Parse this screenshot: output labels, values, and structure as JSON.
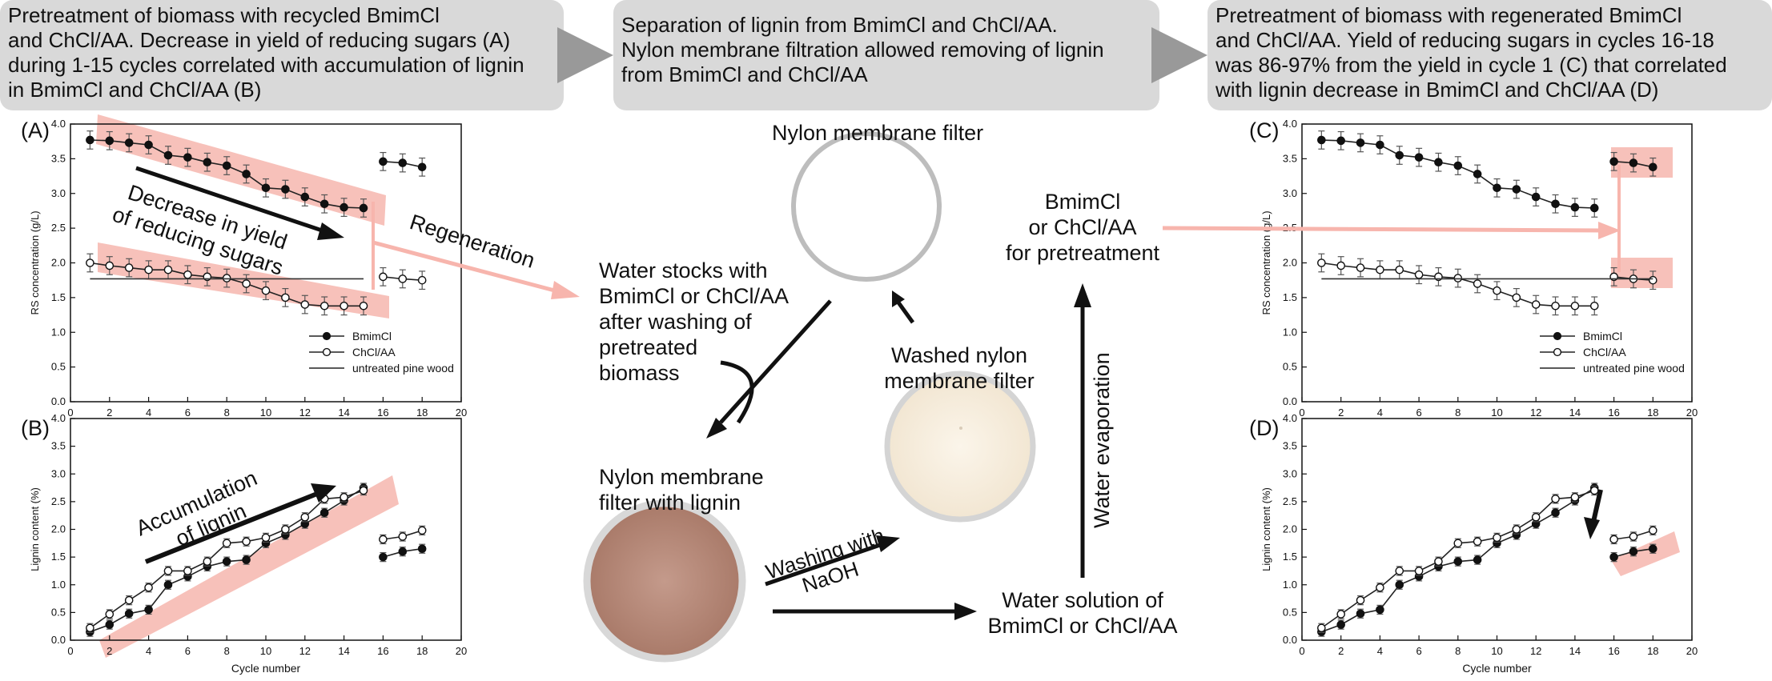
{
  "boxes": {
    "left": [
      "Pretreatment of biomass with recycled BmimCl",
      "and ChCl/AA. Decrease in yield of reducing sugars (A)",
      "during 1-15 cycles correlated with accumulation of lignin",
      "in BmimCl and ChCl/AA (B)"
    ],
    "middle": [
      "Separation of lignin from BmimCl and ChCl/AA.",
      "Nylon membrane filtration allowed removing of lignin",
      "from BmimCl and ChCl/AA"
    ],
    "right": [
      "Pretreatment of biomass with regenerated BmimCl",
      "and ChCl/AA. Yield of reducing sugars in cycles 16-18",
      "was 86-97% from the yield in cycle 1 (C) that correlated",
      "with lignin decrease in BmimCl and ChCl/AA (D)"
    ]
  },
  "panel_labels": {
    "A": "(A)",
    "B": "(B)",
    "C": "(C)",
    "D": "(D)"
  },
  "annotations": {
    "decrease": [
      "Decrease in yield",
      "of reducing sugars"
    ],
    "accumulation": [
      "Accumulation",
      "of lignin"
    ],
    "regeneration": "Regeneration"
  },
  "process": {
    "nylon_filter": "Nylon membrane filter",
    "water_stocks": [
      "Water stocks with",
      "BmimCl or ChCl/AA",
      "after washing of",
      "pretreated",
      "biomass"
    ],
    "washed_filter": [
      "Washed nylon",
      "membrane filter"
    ],
    "filter_lignin": [
      "Nylon membrane",
      "filter with lignin"
    ],
    "washing_naoh": [
      "Washing with",
      "NaOH"
    ],
    "water_solution": [
      "Water solution of",
      "BmimCl or ChCl/AA"
    ],
    "water_evaporation": "Water evaporation",
    "bmimcl_pretreat": [
      "BmimCl",
      "or ChCl/AA",
      "for pretreatment"
    ]
  },
  "colors": {
    "box_bg": "#d9d9d9",
    "highlight": "#f4a9a0",
    "arrow_gray": "#999999",
    "arrow_pink": "#f7b5ad",
    "filter_brown": "#b98c7b",
    "filter_cream": "#f8f0e2"
  },
  "chart_data": [
    {
      "id": "A",
      "type": "line",
      "xlabel": "",
      "ylabel": "RS concentration (g/L)",
      "xlim": [
        0,
        20
      ],
      "ylim": [
        0.0,
        4.0
      ],
      "xticks": [
        "0",
        "2",
        "4",
        "6",
        "8",
        "10",
        "12",
        "14",
        "16",
        "18",
        "20"
      ],
      "yticks": [
        "0.0",
        "0.5",
        "1.0",
        "1.5",
        "2.0",
        "2.5",
        "3.0",
        "3.5",
        "4.0"
      ],
      "legend": [
        "BmimCl",
        "ChCl/AA",
        "untreated pine wood"
      ],
      "series": [
        {
          "name": "BmimCl",
          "marker": "filled",
          "x": [
            1,
            2,
            3,
            4,
            5,
            6,
            7,
            8,
            9,
            10,
            11,
            12,
            13,
            14,
            15
          ],
          "y": [
            3.77,
            3.76,
            3.73,
            3.7,
            3.55,
            3.52,
            3.45,
            3.4,
            3.28,
            3.08,
            3.06,
            2.95,
            2.85,
            2.8,
            2.79
          ]
        },
        {
          "name": "BmimCl",
          "marker": "filled",
          "x": [
            16,
            17,
            18
          ],
          "y": [
            3.46,
            3.44,
            3.38
          ]
        },
        {
          "name": "ChCl/AA",
          "marker": "open",
          "x": [
            1,
            2,
            3,
            4,
            5,
            6,
            7,
            8,
            9,
            10,
            11,
            12,
            13,
            14,
            15
          ],
          "y": [
            2.0,
            1.96,
            1.93,
            1.9,
            1.9,
            1.83,
            1.8,
            1.78,
            1.7,
            1.6,
            1.5,
            1.4,
            1.38,
            1.38,
            1.38
          ]
        },
        {
          "name": "ChCl/AA",
          "marker": "open",
          "x": [
            16,
            17,
            18
          ],
          "y": [
            1.8,
            1.77,
            1.75
          ]
        },
        {
          "name": "untreated pine wood",
          "marker": "none",
          "x": [
            1,
            15
          ],
          "y": [
            1.77,
            1.77
          ]
        }
      ]
    },
    {
      "id": "B",
      "type": "line",
      "xlabel": "Cycle number",
      "ylabel": "Lignin content (%)",
      "xlim": [
        0,
        20
      ],
      "ylim": [
        0.0,
        4.0
      ],
      "xticks": [
        "0",
        "2",
        "4",
        "6",
        "8",
        "10",
        "12",
        "14",
        "16",
        "18",
        "20"
      ],
      "yticks": [
        "0.0",
        "0.5",
        "1.0",
        "1.5",
        "2.0",
        "2.5",
        "3.0",
        "3.5",
        "4.0"
      ],
      "series": [
        {
          "name": "BmimCl",
          "marker": "filled",
          "x": [
            1,
            2,
            3,
            4,
            5,
            6,
            7,
            8,
            9,
            10,
            11,
            12,
            13,
            14,
            15
          ],
          "y": [
            0.15,
            0.28,
            0.48,
            0.55,
            1.0,
            1.15,
            1.33,
            1.42,
            1.45,
            1.75,
            1.9,
            2.1,
            2.3,
            2.52,
            2.75
          ]
        },
        {
          "name": "BmimCl",
          "marker": "filled",
          "x": [
            16,
            17,
            18
          ],
          "y": [
            1.5,
            1.6,
            1.65
          ]
        },
        {
          "name": "ChCl/AA",
          "marker": "open",
          "x": [
            1,
            2,
            3,
            4,
            5,
            6,
            7,
            8,
            9,
            10,
            11,
            12,
            13,
            14,
            15
          ],
          "y": [
            0.22,
            0.47,
            0.72,
            0.95,
            1.25,
            1.25,
            1.42,
            1.75,
            1.78,
            1.85,
            2.0,
            2.22,
            2.55,
            2.58,
            2.7
          ]
        },
        {
          "name": "ChCl/AA",
          "marker": "open",
          "x": [
            16,
            17,
            18
          ],
          "y": [
            1.82,
            1.87,
            1.98
          ]
        }
      ]
    },
    {
      "id": "C",
      "type": "line",
      "xlabel": "",
      "ylabel": "RS concentration (g/L)",
      "xlim": [
        0,
        20
      ],
      "ylim": [
        0.0,
        4.0
      ],
      "xticks": [
        "0",
        "2",
        "4",
        "6",
        "8",
        "10",
        "12",
        "14",
        "16",
        "18",
        "20"
      ],
      "yticks": [
        "0.0",
        "0.5",
        "1.0",
        "1.5",
        "2.0",
        "2.5",
        "3.0",
        "3.5",
        "4.0"
      ],
      "legend": [
        "BmimCl",
        "ChCl/AA",
        "untreated pine wood"
      ],
      "series": [
        {
          "name": "BmimCl",
          "marker": "filled",
          "x": [
            1,
            2,
            3,
            4,
            5,
            6,
            7,
            8,
            9,
            10,
            11,
            12,
            13,
            14,
            15
          ],
          "y": [
            3.77,
            3.76,
            3.73,
            3.7,
            3.55,
            3.52,
            3.45,
            3.4,
            3.28,
            3.08,
            3.06,
            2.95,
            2.85,
            2.8,
            2.79
          ]
        },
        {
          "name": "BmimCl",
          "marker": "filled",
          "x": [
            16,
            17,
            18
          ],
          "y": [
            3.46,
            3.44,
            3.38
          ]
        },
        {
          "name": "ChCl/AA",
          "marker": "open",
          "x": [
            1,
            2,
            3,
            4,
            5,
            6,
            7,
            8,
            9,
            10,
            11,
            12,
            13,
            14,
            15
          ],
          "y": [
            2.0,
            1.96,
            1.93,
            1.9,
            1.9,
            1.83,
            1.8,
            1.78,
            1.7,
            1.6,
            1.5,
            1.4,
            1.38,
            1.38,
            1.38
          ]
        },
        {
          "name": "ChCl/AA",
          "marker": "open",
          "x": [
            16,
            17,
            18
          ],
          "y": [
            1.8,
            1.77,
            1.75
          ]
        },
        {
          "name": "untreated pine wood",
          "marker": "none",
          "x": [
            1,
            18
          ],
          "y": [
            1.77,
            1.77
          ]
        }
      ]
    },
    {
      "id": "D",
      "type": "line",
      "xlabel": "Cycle number",
      "ylabel": "Lignin content (%)",
      "xlim": [
        0,
        20
      ],
      "ylim": [
        0.0,
        4.0
      ],
      "xticks": [
        "0",
        "2",
        "4",
        "6",
        "8",
        "10",
        "12",
        "14",
        "16",
        "18",
        "20"
      ],
      "yticks": [
        "0.0",
        "0.5",
        "1.0",
        "1.5",
        "2.0",
        "2.5",
        "3.0",
        "3.5",
        "4.0"
      ],
      "series": [
        {
          "name": "BmimCl",
          "marker": "filled",
          "x": [
            1,
            2,
            3,
            4,
            5,
            6,
            7,
            8,
            9,
            10,
            11,
            12,
            13,
            14,
            15
          ],
          "y": [
            0.15,
            0.28,
            0.48,
            0.55,
            1.0,
            1.15,
            1.33,
            1.42,
            1.45,
            1.75,
            1.9,
            2.1,
            2.3,
            2.52,
            2.75
          ]
        },
        {
          "name": "BmimCl",
          "marker": "filled",
          "x": [
            16,
            17,
            18
          ],
          "y": [
            1.5,
            1.6,
            1.65
          ]
        },
        {
          "name": "ChCl/AA",
          "marker": "open",
          "x": [
            1,
            2,
            3,
            4,
            5,
            6,
            7,
            8,
            9,
            10,
            11,
            12,
            13,
            14,
            15
          ],
          "y": [
            0.22,
            0.47,
            0.72,
            0.95,
            1.25,
            1.25,
            1.42,
            1.75,
            1.78,
            1.85,
            2.0,
            2.22,
            2.55,
            2.58,
            2.7
          ]
        },
        {
          "name": "ChCl/AA",
          "marker": "open",
          "x": [
            16,
            17,
            18
          ],
          "y": [
            1.82,
            1.87,
            1.98
          ]
        }
      ]
    }
  ]
}
